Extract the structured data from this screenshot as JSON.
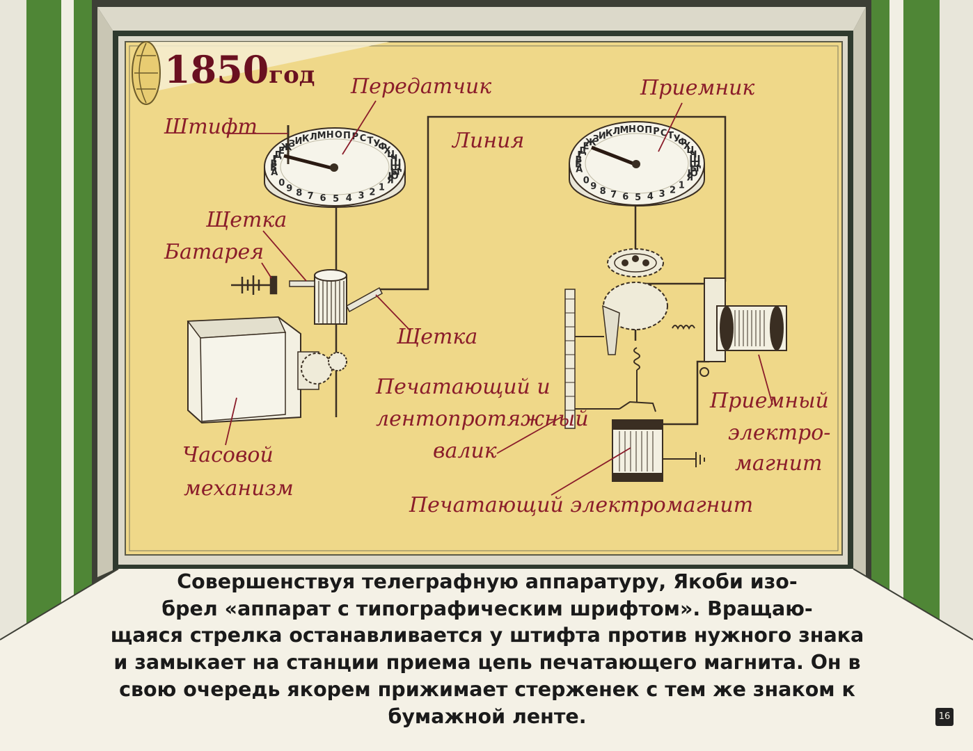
{
  "year": {
    "number": "1850",
    "suffix": "год"
  },
  "labels": {
    "transmitter": "Передатчик",
    "receiver": "Приемник",
    "pin": "Штифт",
    "line": "Линия",
    "brush_top": "Щетка",
    "battery": "Батарея",
    "brush_bottom": "Щетка",
    "clock_line1": "Часовой",
    "clock_line2": "механизм",
    "roller_line1": "Печатающий и",
    "roller_line2": "лентопротяжный",
    "roller_line3": "валик",
    "recv_magnet_line1": "Приемный",
    "recv_magnet_line2": "электро-",
    "recv_magnet_line3": "магнит",
    "print_magnet": "Печатающий электромагнит"
  },
  "dials": {
    "transmitter": {
      "letters": "АБВГДЕЖЗИКЛМНОПРСТУФХЦЧШЩЫЮЯ",
      "digits": "1234567890"
    },
    "receiver": {
      "letters": "АБВГДЕЖЗИКЛМНОПРСТУФХЦЧШЩЫЮЯ",
      "digits": "1234567890"
    }
  },
  "caption": {
    "line1": "Совершенствуя телеграфную аппаратуру, Якоби изо-",
    "line2": "брел «аппарат с типографическим шрифтом». Вращаю-",
    "line3": "щаяся стрелка останавливается у штифта против нужного знака",
    "line4": "и замыкает на станции приема цепь печатающего магнита. Он в",
    "line5": "свою очередь якорем прижимает стерженек с тем же знаком к",
    "line6": "бумажной ленте."
  },
  "page_number": "16",
  "colors": {
    "frame_green": "#4f8636",
    "panel_yellow": "#f0d98a",
    "label_red": "#8a1c2a"
  }
}
